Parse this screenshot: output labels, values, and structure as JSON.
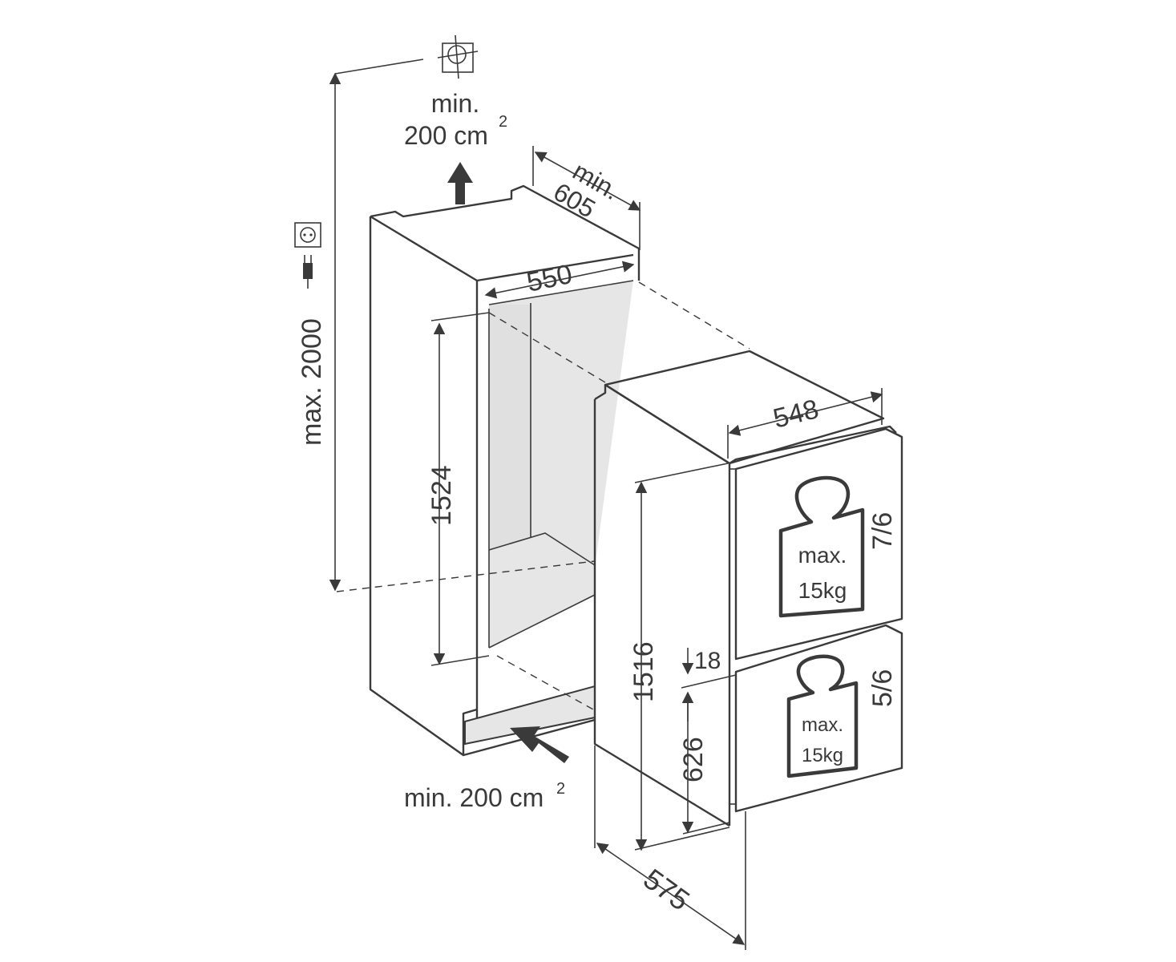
{
  "ventilation": {
    "top_line1": "min.",
    "top_line2": "200 cm",
    "top_sup": "2",
    "bottom": "min. 200 cm",
    "bottom_sup": "2"
  },
  "dimensions": {
    "niche_depth_min_label": "min.",
    "niche_depth": "605",
    "niche_width": "550",
    "max_height": "max. 2000",
    "niche_height": "1524",
    "appliance_width": "548",
    "appliance_height": "1516",
    "door_gap": "18",
    "lower_door_height": "626",
    "appliance_depth": "575"
  },
  "doors": {
    "upper_fraction": "7/6",
    "lower_fraction": "5/6",
    "upper_max_label": "max.",
    "upper_max_weight": "15kg",
    "lower_max_label": "max.",
    "lower_max_weight": "15kg"
  },
  "icons": [
    "socket-icon",
    "plug-icon",
    "crosshair-icon",
    "weight-icon"
  ]
}
